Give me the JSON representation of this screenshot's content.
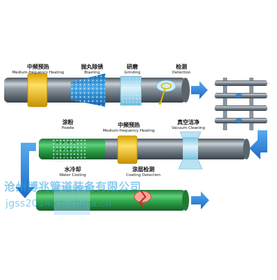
{
  "stages": {
    "heating1": {
      "cn": "中频预热",
      "en": "Medium-frequency Heating"
    },
    "blasting": {
      "cn": "抛丸除锈",
      "en": "Blasting"
    },
    "grinding": {
      "cn": "研磨",
      "en": "Grinding"
    },
    "detection1": {
      "cn": "检测",
      "en": "Detection"
    },
    "powder": {
      "cn": "涂粉",
      "en": "Powde"
    },
    "heating2": {
      "cn": "中频预热",
      "en": "Medium-frequency Heating"
    },
    "vacuum": {
      "cn": "真空洁净",
      "en": "Vacuum Cleaning"
    },
    "water_cooling": {
      "cn": "水冷却",
      "en": "Water Cooling"
    },
    "coating_detection": {
      "cn": "涂层检测",
      "en": "Coating Detection"
    }
  },
  "watermark": {
    "line1": "沧州博兆管道装备有限公司",
    "line2": "jgss2014.cn.china.cn"
  },
  "colors": {
    "steel_pipe": "#6e7b86",
    "coated_pipe": "#2fa84a",
    "heating_band": "#f2c21a",
    "blast_media": "#2a8fd8",
    "flow_arrow": "#2e86d6",
    "vacuum_ring": "#a8dcef"
  }
}
